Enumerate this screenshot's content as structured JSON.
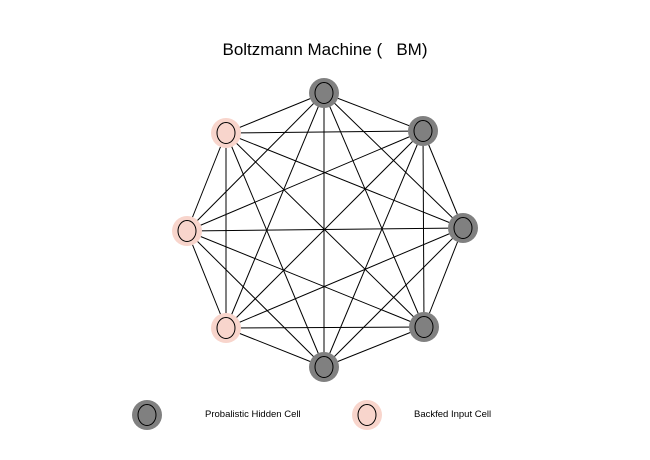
{
  "title": "Boltzmann Machine (   BM)",
  "colors": {
    "hidden": "#808080",
    "input": "#f8d5cc",
    "edge": "#000000"
  },
  "nodes": [
    {
      "id": "top",
      "type": "hidden"
    },
    {
      "id": "upper-right",
      "type": "hidden"
    },
    {
      "id": "right",
      "type": "hidden"
    },
    {
      "id": "lower-right",
      "type": "hidden"
    },
    {
      "id": "bottom",
      "type": "hidden"
    },
    {
      "id": "lower-left",
      "type": "input"
    },
    {
      "id": "left",
      "type": "input"
    },
    {
      "id": "upper-left",
      "type": "input"
    }
  ],
  "connectivity": "fully-connected",
  "legend": [
    {
      "type": "hidden",
      "label": "Probalistic Hidden Cell"
    },
    {
      "type": "input",
      "label": "Backfed Input Cell"
    }
  ]
}
